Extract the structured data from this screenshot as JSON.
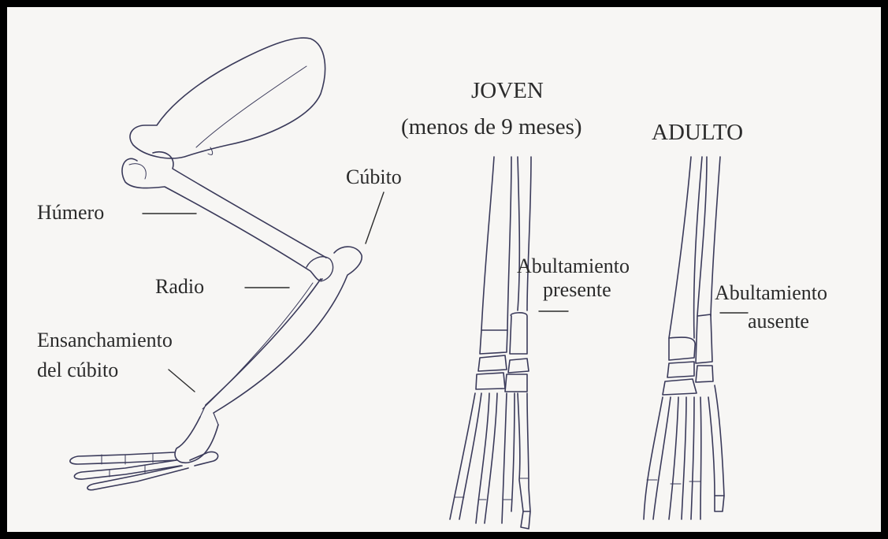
{
  "background_color": "#f7f6f4",
  "border_color": "#000000",
  "ink_color": "#2b2b2b",
  "labels": {
    "young_title": "JOVEN",
    "young_subtitle": "(menos de 9 meses)",
    "adult_title": "ADULTO",
    "humerus": "Húmero",
    "ulna": "Cúbito",
    "radius": "Radio",
    "ulna_widening_line1": "Ensanchamiento",
    "ulna_widening_line2": "del cúbito",
    "bulge_present_line1": "Abultamiento",
    "bulge_present_line2": "presente",
    "bulge_absent_line1": "Abultamiento",
    "bulge_absent_line2": "ausente"
  }
}
